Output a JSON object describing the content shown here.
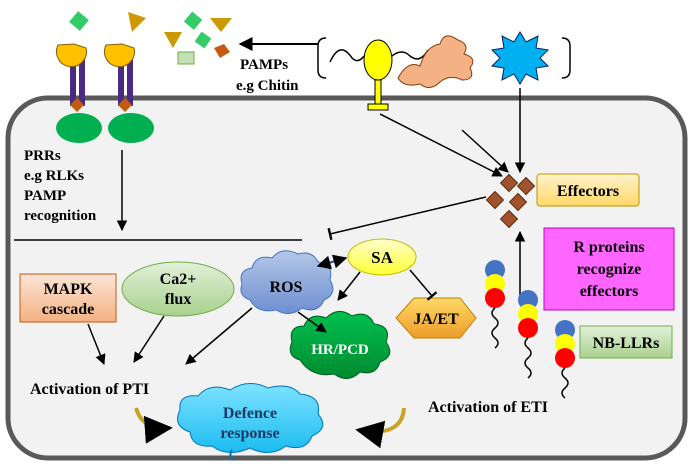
{
  "labels": {
    "pamps": "PAMPs",
    "chitin": "e.g Chitin",
    "prrs": "PRRs",
    "rlks": "e.g RLKs",
    "pamp": "PAMP",
    "recognition": "recognition",
    "effectors": "Effectors",
    "r_proteins": [
      "R proteins",
      "recognize",
      "effectors"
    ],
    "sa": "SA",
    "ros": "ROS",
    "mapk": [
      "MAPK",
      "cascade"
    ],
    "ca": [
      "Ca2+",
      "flux"
    ],
    "ja_et": "JA/ET",
    "hr_pcd": "HR/PCD",
    "nb_llrs": "NB-LLRs",
    "pti": "Activation of PTI",
    "eti": "Activation of ETI",
    "defence": [
      "Defence",
      "response"
    ]
  },
  "colors": {
    "cell_fill": "#f2f2f2",
    "cell_border": "#595959",
    "receptor_purple": "#4b2a84",
    "receptor_green": "#00b050",
    "kinase_brown": "#c55a11",
    "effector_brown": "#a0522d",
    "ros_cloud": "#8faadc",
    "hr_green": "#00a040",
    "defence_cyan": "#33ccff",
    "sa_yellow": "#ffff66",
    "jaet_orange": "#f4b942",
    "mapk_orange": "#f8cbad",
    "ca_green": "#c5e0b4",
    "effectors_box": "#ffe699",
    "rprot_magenta": "#ff66ff",
    "nb_green": "#c5e0b4",
    "pamp_green": "#33cc66",
    "pamp_orange": "#cc9900",
    "fungal_pink": "#f4b183",
    "bacteria_blue": "#00b0f0",
    "pollen_yellow": "#ffff00"
  },
  "icons": [
    "yellow-hyphae-icon",
    "fungal-spore-icon",
    "bacterium-icon",
    "pamp-molecule-icon",
    "effector-molecule-icon",
    "nlr-receptor-icon"
  ]
}
